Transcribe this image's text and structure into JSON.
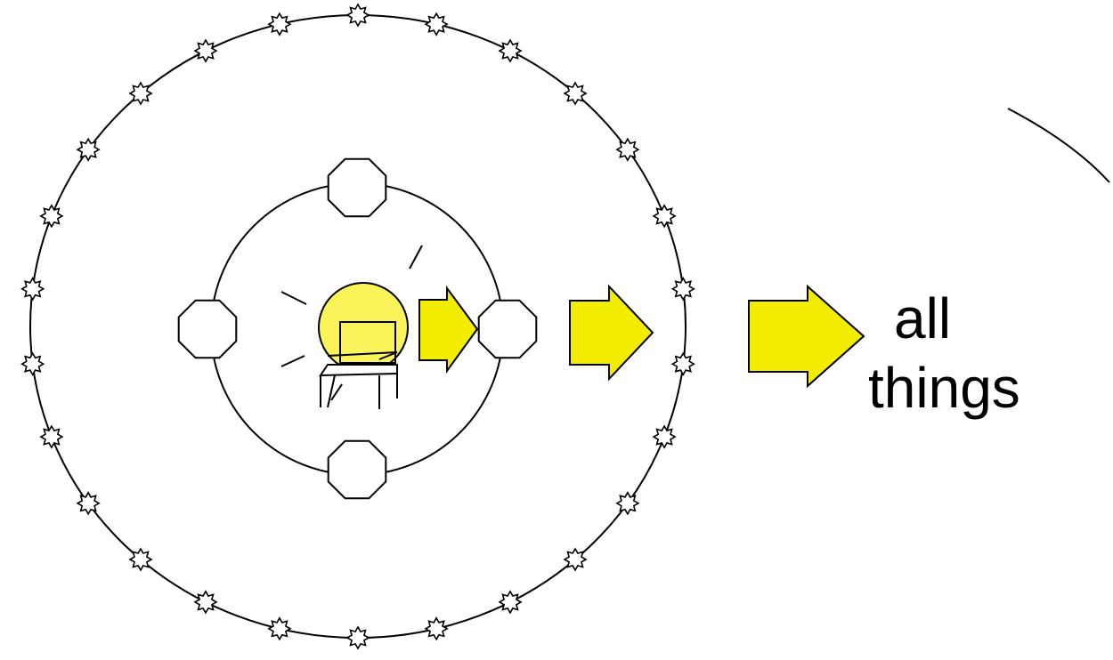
{
  "label": {
    "line1": "all",
    "line2": "things"
  },
  "colors": {
    "stroke": "#000000",
    "arrow_fill": "#f2ec00",
    "light_fill": "#fbf35a",
    "shape_fill": "#ffffff"
  },
  "outer_ring": {
    "star_count": 26
  },
  "inner_ring": {
    "octagon_count": 4
  },
  "arrows": {
    "count": 3
  }
}
